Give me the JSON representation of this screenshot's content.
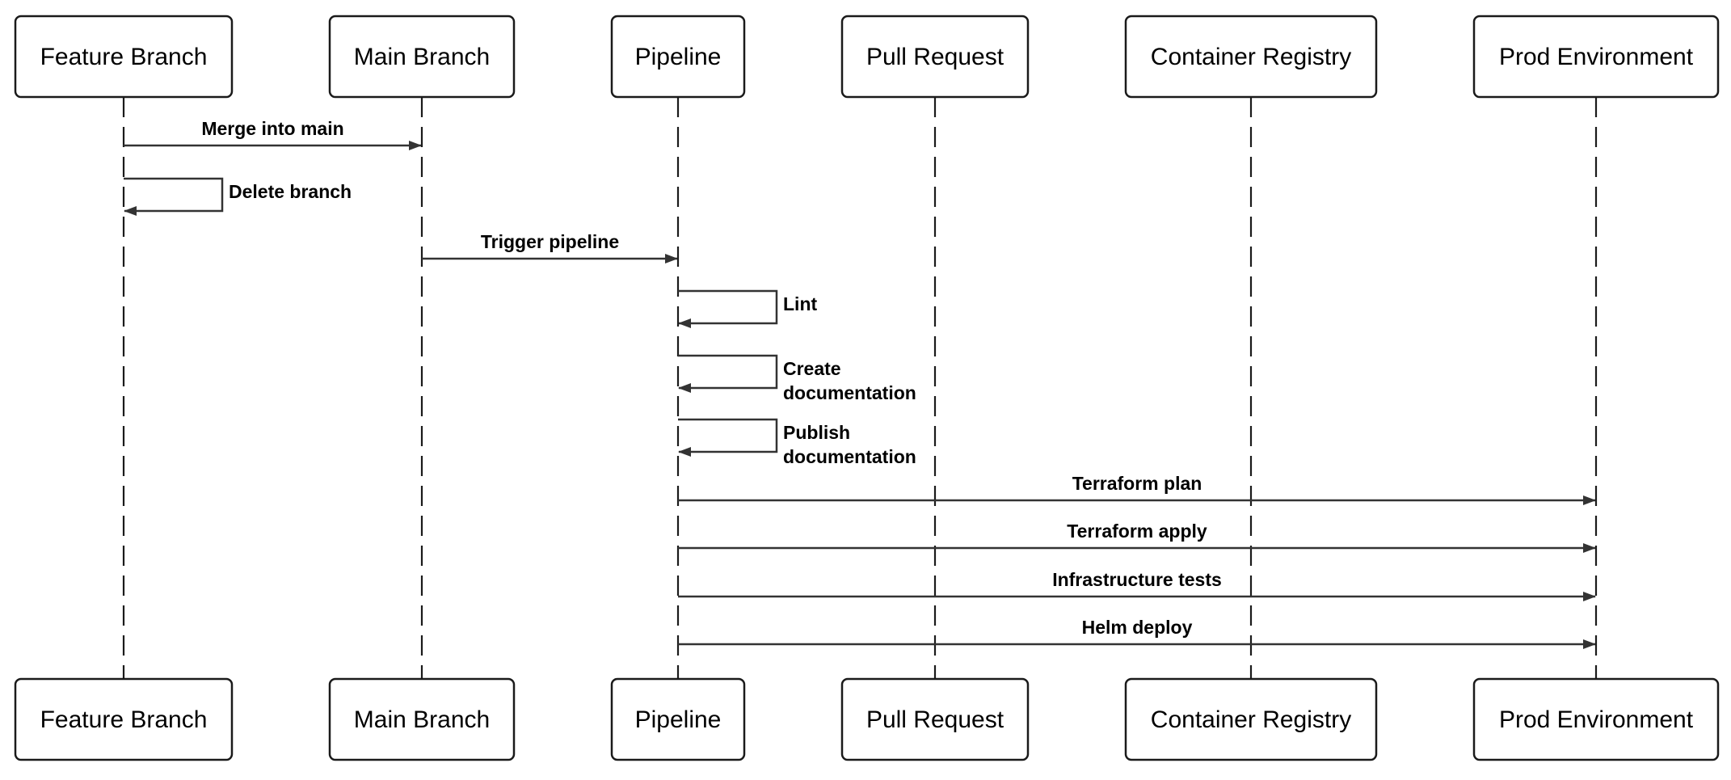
{
  "diagram": {
    "participants": [
      {
        "id": "feature",
        "label": "Feature Branch"
      },
      {
        "id": "main",
        "label": "Main Branch"
      },
      {
        "id": "pipeline",
        "label": "Pipeline"
      },
      {
        "id": "pr",
        "label": "Pull Request"
      },
      {
        "id": "registry",
        "label": "Container Registry"
      },
      {
        "id": "prod",
        "label": "Prod Environment"
      }
    ],
    "messages": [
      {
        "from": "feature",
        "to": "main",
        "label": [
          "Merge into main"
        ]
      },
      {
        "from": "feature",
        "to": "feature",
        "label": [
          "Delete branch"
        ]
      },
      {
        "from": "main",
        "to": "pipeline",
        "label": [
          "Trigger pipeline"
        ]
      },
      {
        "from": "pipeline",
        "to": "pipeline",
        "label": [
          "Lint"
        ]
      },
      {
        "from": "pipeline",
        "to": "pipeline",
        "label": [
          "Create",
          "documentation"
        ]
      },
      {
        "from": "pipeline",
        "to": "pipeline",
        "label": [
          "Publish",
          "documentation"
        ]
      },
      {
        "from": "pipeline",
        "to": "prod",
        "label": [
          "Terraform plan"
        ]
      },
      {
        "from": "pipeline",
        "to": "prod",
        "label": [
          "Terraform apply"
        ]
      },
      {
        "from": "pipeline",
        "to": "prod",
        "label": [
          "Infrastructure tests"
        ]
      },
      {
        "from": "pipeline",
        "to": "prod",
        "label": [
          "Helm deploy"
        ]
      }
    ]
  }
}
